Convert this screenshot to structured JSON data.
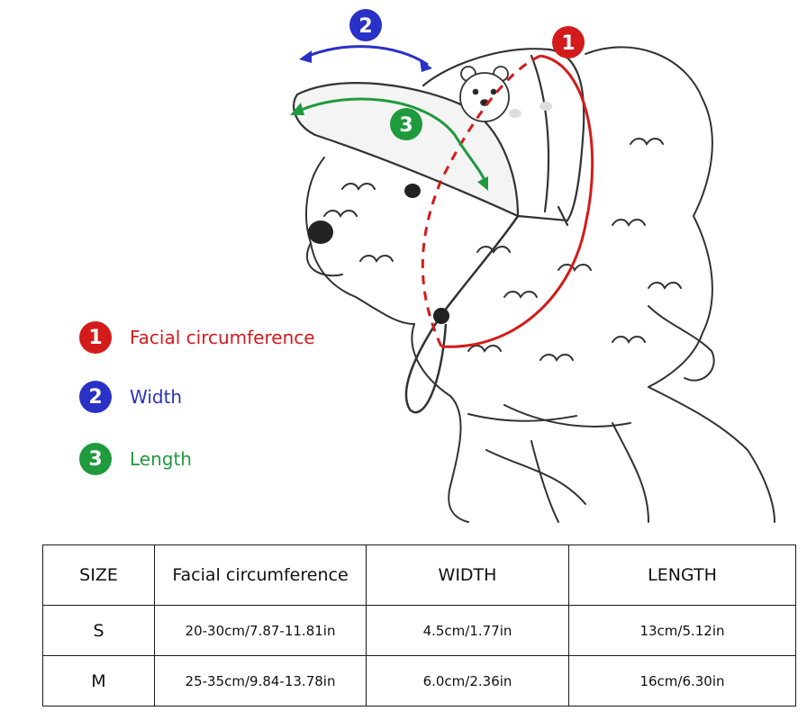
{
  "diagram": {
    "markers": [
      {
        "number": "1",
        "color": "#d41b1b"
      },
      {
        "number": "2",
        "color": "#2a31c6"
      },
      {
        "number": "3",
        "color": "#1f9a3d"
      }
    ]
  },
  "legend": [
    {
      "number": "1",
      "label": "Facial circumference",
      "color": "#d41b1b"
    },
    {
      "number": "2",
      "label": "Width",
      "color": "#2a31c6"
    },
    {
      "number": "3",
      "label": "Length",
      "color": "#1f9a3d"
    }
  ],
  "table": {
    "headers": [
      "SIZE",
      "Facial circumference",
      "WIDTH",
      "LENGTH"
    ],
    "rows": [
      [
        "S",
        "20-30cm/7.87-11.81in",
        "4.5cm/1.77in",
        "13cm/5.12in"
      ],
      [
        "M",
        "25-35cm/9.84-13.78in",
        "6.0cm/2.36in",
        "16cm/6.30in"
      ]
    ]
  }
}
